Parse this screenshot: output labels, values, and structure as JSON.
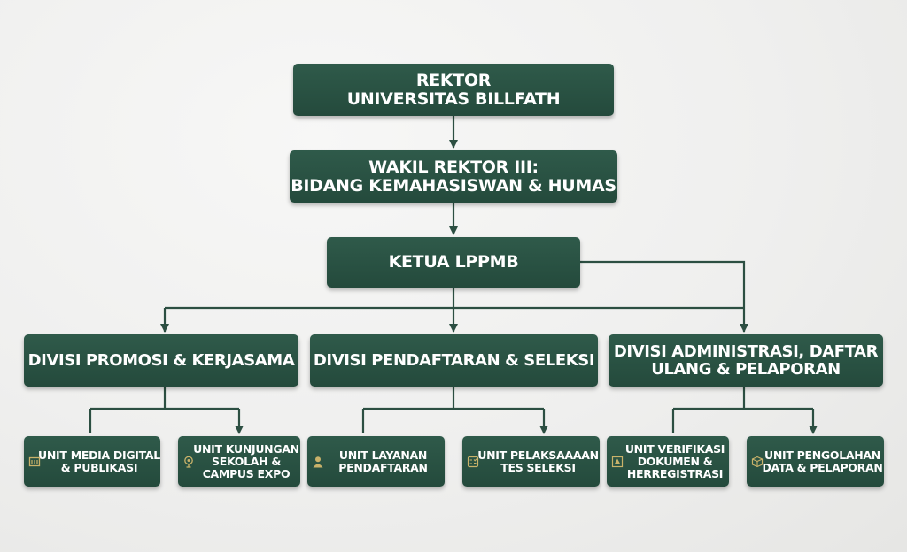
{
  "colors": {
    "box": "#284f40",
    "line": "#2c4f42",
    "icon": "#c9b26a",
    "text": "#ffffff"
  },
  "rektor": {
    "label": "REKTOR\nUNIVERSITAS BILLFATH"
  },
  "wakil_rektor": {
    "label": "WAKIL REKTOR III:\nBIDANG KEMAHASISWAN & HUMAS"
  },
  "ketua": {
    "label": "KETUA LPPMB"
  },
  "divisions": [
    {
      "label": "DIVISI PROMOSI & KERJASAMA"
    },
    {
      "label": "DIVISI PENDAFTARAN & SELEKSI"
    },
    {
      "label": "DIVISI ADMINISTRASI, DAFTAR\nULANG & PELAPORAN"
    }
  ],
  "units": [
    {
      "label": "UNIT MEDIA DIGITAL\n& PUBLIKASI",
      "icon": "media-icon"
    },
    {
      "label": "UNIT KUNJUNGAN\nSEKOLAH &\nCAMPUS EXPO",
      "icon": "tree-icon"
    },
    {
      "label": "UNIT LAYANAN\nPENDAFTARAN",
      "icon": "person-icon"
    },
    {
      "label": "UNIT PELAKSAAAAN\nTES SELEKSI",
      "icon": "test-icon"
    },
    {
      "label": "UNIT VERIFIKASI\nDOKUMEN &\nHERREGISTRASI",
      "icon": "document-icon"
    },
    {
      "label": "UNIT PENGOLAHAN\nDATA & PELAPORAN",
      "icon": "data-box-icon"
    }
  ]
}
